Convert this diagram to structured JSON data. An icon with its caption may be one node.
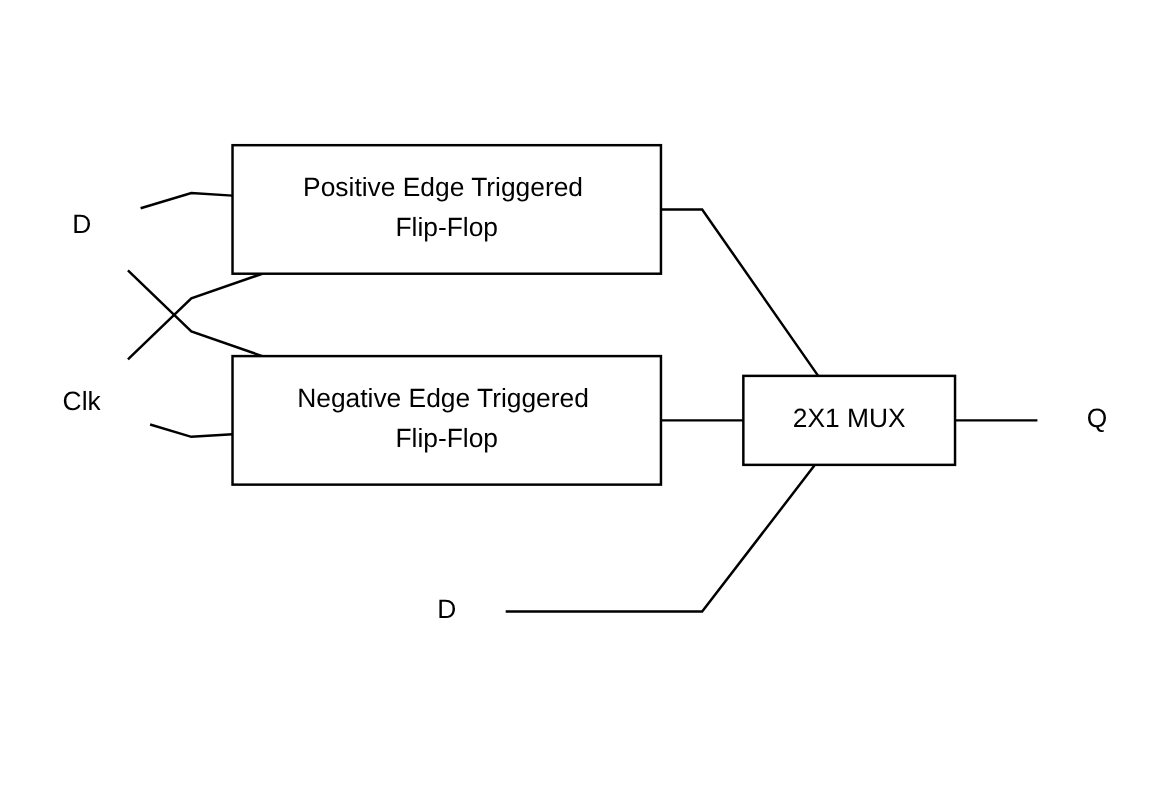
{
  "diagram": {
    "nodes": [
      {
        "text": [
          "D"
        ]
      },
      {
        "text": [
          "Clk"
        ]
      },
      {
        "text": [
          "Positive Edge Triggered Flip-Flop"
        ]
      },
      {
        "text": [
          "Negative Edge Triggered Flip-Flop"
        ]
      },
      {
        "text": [
          "2X1 MUX"
        ]
      },
      {
        "text": [
          "Q"
        ]
      },
      {
        "text": [
          "D"
        ]
      }
    ],
    "edges": [
      {
        "from": 0,
        "to": 2,
        "arrow": "none"
      },
      {
        "from": 0,
        "to": 3,
        "arrow": "none"
      },
      {
        "from": 1,
        "to": 2,
        "arrow": "none"
      },
      {
        "from": 1,
        "to": 3,
        "arrow": "none"
      },
      {
        "from": 2,
        "to": 4,
        "arrow": "none"
      },
      {
        "from": 3,
        "to": 4,
        "arrow": "none"
      },
      {
        "from": 4,
        "to": 5,
        "arrow": "none"
      },
      {
        "from": 6,
        "to": 4,
        "arrow": "none"
      }
    ]
  }
}
